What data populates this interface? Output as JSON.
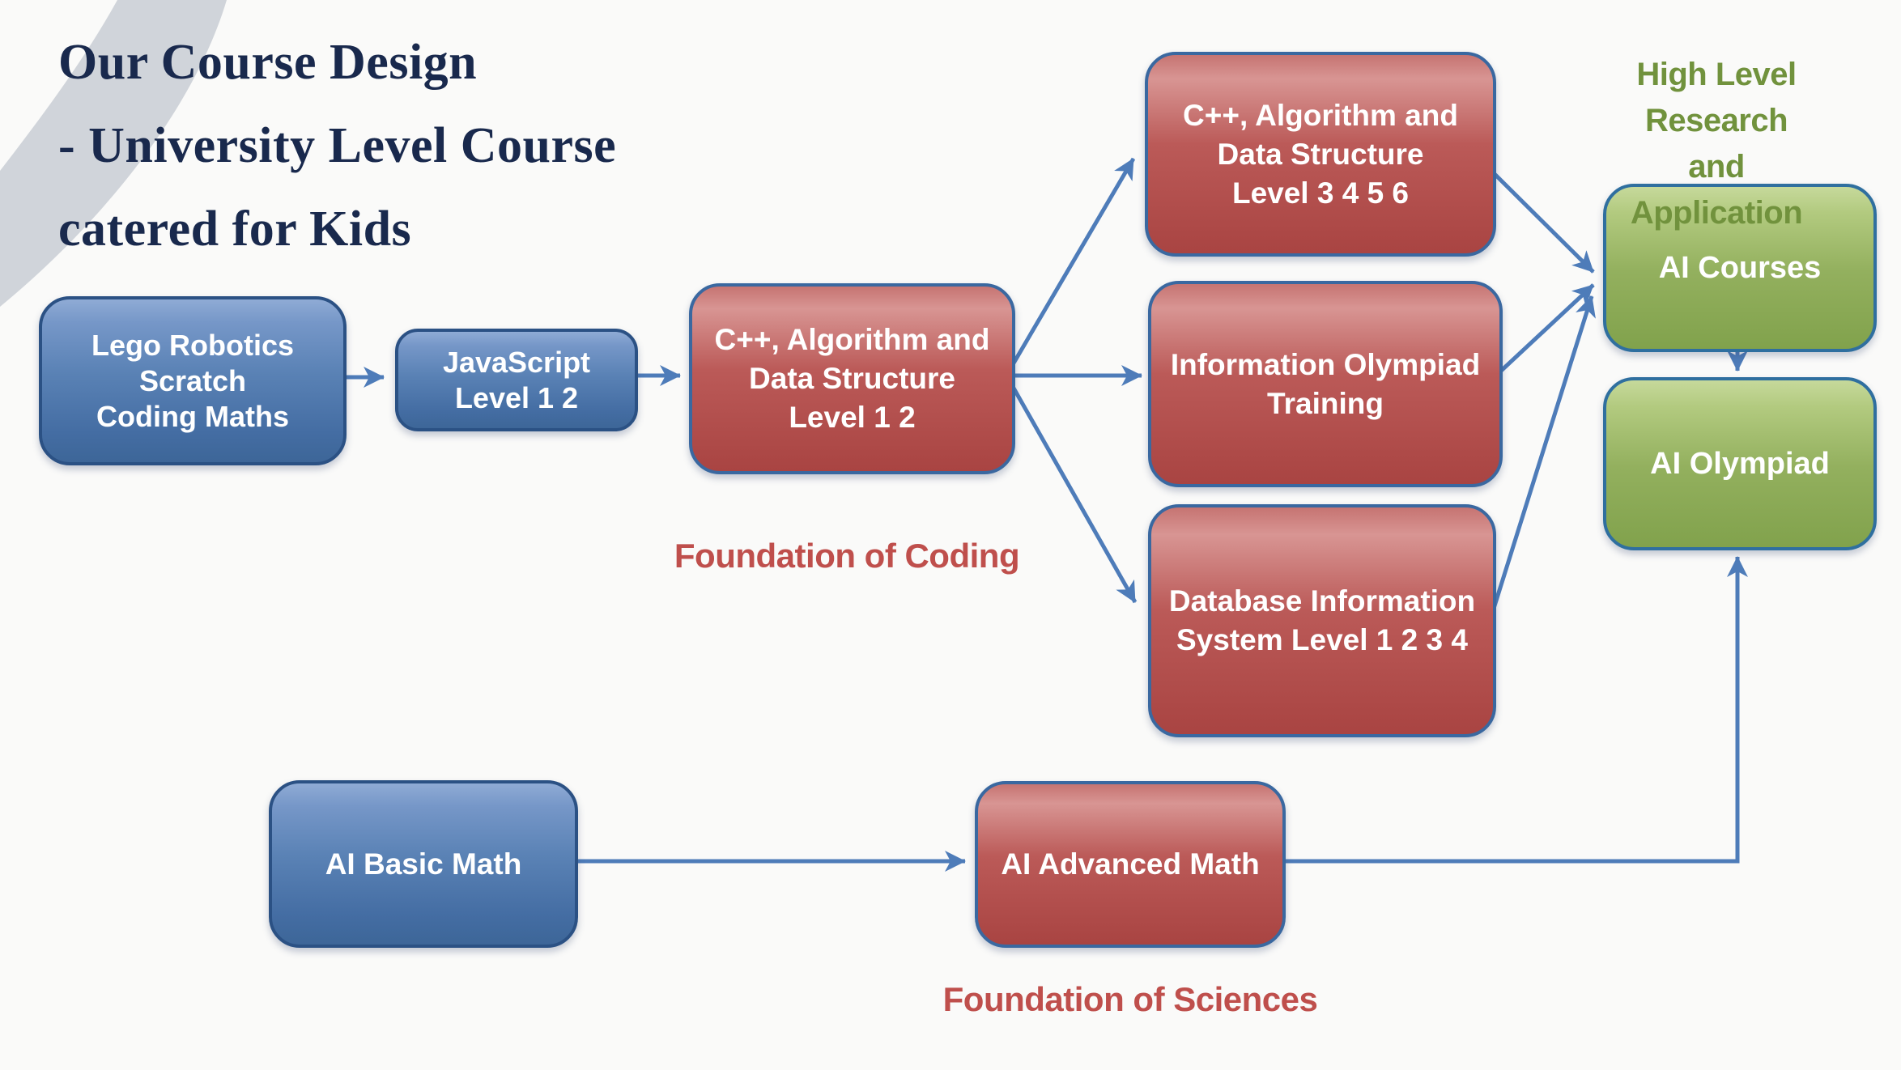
{
  "slide_title": {
    "text": "Our Course Design\n- University Level Course\ncatered for Kids"
  },
  "section_labels": {
    "foundation_of_coding": "Foundation of Coding",
    "foundation_of_sciences": "Foundation of Sciences",
    "high_level_research": "High Level Research and\nApplication"
  },
  "nodes": {
    "lego_robotics": {
      "text": "Lego Robotics\nScratch\nCoding Maths",
      "category": "beginner-blue"
    },
    "javascript": {
      "text": "JavaScript\nLevel 1 2",
      "category": "beginner-blue"
    },
    "cpp_level_1_2": {
      "text": "C++, Algorithm and\nData Structure\nLevel 1 2",
      "category": "intermediate-red"
    },
    "cpp_level_3_4_5_6": {
      "text": "C++, Algorithm and\nData Structure\nLevel 3 4 5 6",
      "category": "intermediate-red"
    },
    "information_olympiad": {
      "text": "Information Olympiad\nTraining",
      "category": "intermediate-red"
    },
    "database_information": {
      "text": "Database Information\nSystem Level 1 2 3 4",
      "category": "intermediate-red"
    },
    "ai_courses": {
      "text": "AI Courses",
      "category": "advanced-green"
    },
    "ai_olympiad": {
      "text": "AI Olympiad",
      "category": "advanced-green"
    },
    "ai_basic_math": {
      "text": "AI Basic Math",
      "category": "beginner-blue"
    },
    "ai_advanced_math": {
      "text": "AI Advanced Math",
      "category": "intermediate-red"
    }
  },
  "edges": [
    {
      "from": "lego_robotics",
      "to": "javascript"
    },
    {
      "from": "javascript",
      "to": "cpp_level_1_2"
    },
    {
      "from": "cpp_level_1_2",
      "to": "cpp_level_3_4_5_6"
    },
    {
      "from": "cpp_level_1_2",
      "to": "information_olympiad"
    },
    {
      "from": "cpp_level_1_2",
      "to": "database_information"
    },
    {
      "from": "cpp_level_3_4_5_6",
      "to": "ai_courses"
    },
    {
      "from": "information_olympiad",
      "to": "ai_courses"
    },
    {
      "from": "database_information",
      "to": "ai_courses"
    },
    {
      "from": "ai_courses",
      "to": "ai_olympiad"
    },
    {
      "from": "ai_basic_math",
      "to": "ai_advanced_math"
    },
    {
      "from": "ai_advanced_math",
      "to": "ai_olympiad"
    }
  ],
  "colors": {
    "title_navy": "#19294d",
    "connector_blue": "#4e7cb9",
    "blue_box": "#4f81bd",
    "red_box": "#c0504d",
    "green_box": "#9bbb59",
    "label_red": "#bf4f4c",
    "label_olive": "#71923d",
    "decorative_arc_gray": "#d0d4da"
  }
}
